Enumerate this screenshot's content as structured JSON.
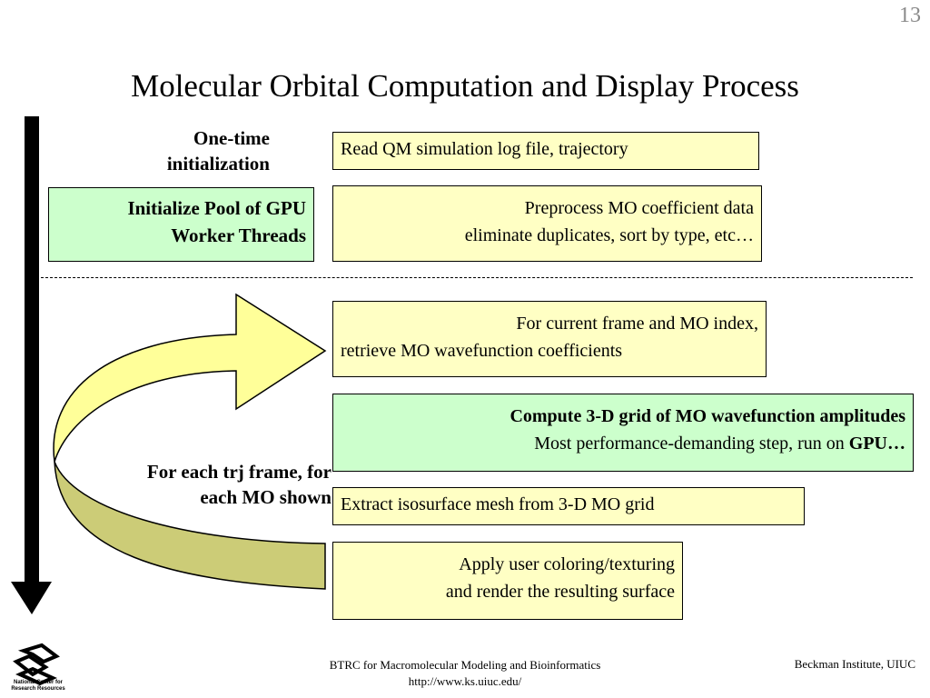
{
  "slide_number": "13",
  "title": "Molecular Orbital Computation and Display Process",
  "labels": {
    "init_line1": "One-time",
    "init_line2": "initialization",
    "loop_line1": "For each trj frame, for",
    "loop_line2": "each MO shown"
  },
  "boxes": {
    "gpu_pool_line1": "Initialize Pool of GPU",
    "gpu_pool_line2": "Worker Threads",
    "read": "Read QM simulation log file, trajectory",
    "preprocess_line1": "Preprocess MO coefficient data",
    "preprocess_line2": "eliminate duplicates, sort by type, etc…",
    "retrieve_line1": "For current frame and MO index,",
    "retrieve_line2": "retrieve MO wavefunction coefficients",
    "compute_line1": "Compute 3-D grid of MO wavefunction amplitudes",
    "compute_line2_prefix": "Most performance-demanding step, run on ",
    "compute_line2_bold": "GPU…",
    "extract": "Extract isosurface mesh from 3-D MO grid",
    "render_line1": "Apply user coloring/texturing",
    "render_line2": "and render the resulting surface"
  },
  "footer": {
    "center_line1": "BTRC for Macromolecular Modeling and Bioinformatics",
    "center_line2": "http://www.ks.uiuc.edu/",
    "right": "Beckman Institute, UIUC",
    "logo_text_line1": "National Center for",
    "logo_text_line2": "Research Resources"
  },
  "colors": {
    "yellow_box": "#ffffc4",
    "green_box": "#ccffcc",
    "arrow_front": "#ffff99",
    "arrow_back": "#cccc77"
  }
}
